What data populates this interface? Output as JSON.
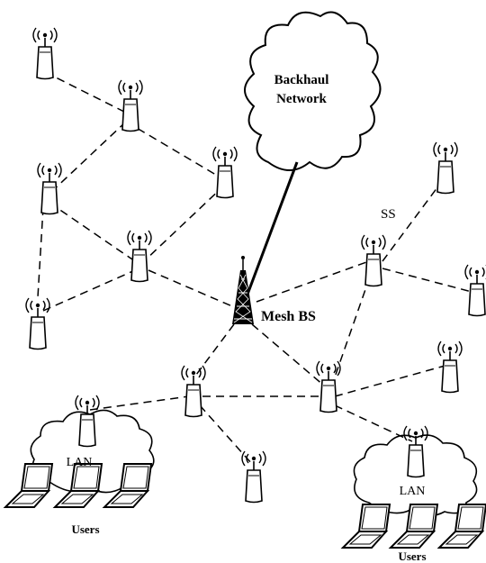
{
  "labels": {
    "backhaul": "Backhaul Network",
    "backhaul_line1": "Backhaul",
    "backhaul_line2": "Network",
    "mesh_bs": "Mesh BS",
    "ss": "SS",
    "lan_left": "LAN",
    "lan_right": "LAN",
    "users_left": "Users",
    "users_right": "Users"
  }
}
